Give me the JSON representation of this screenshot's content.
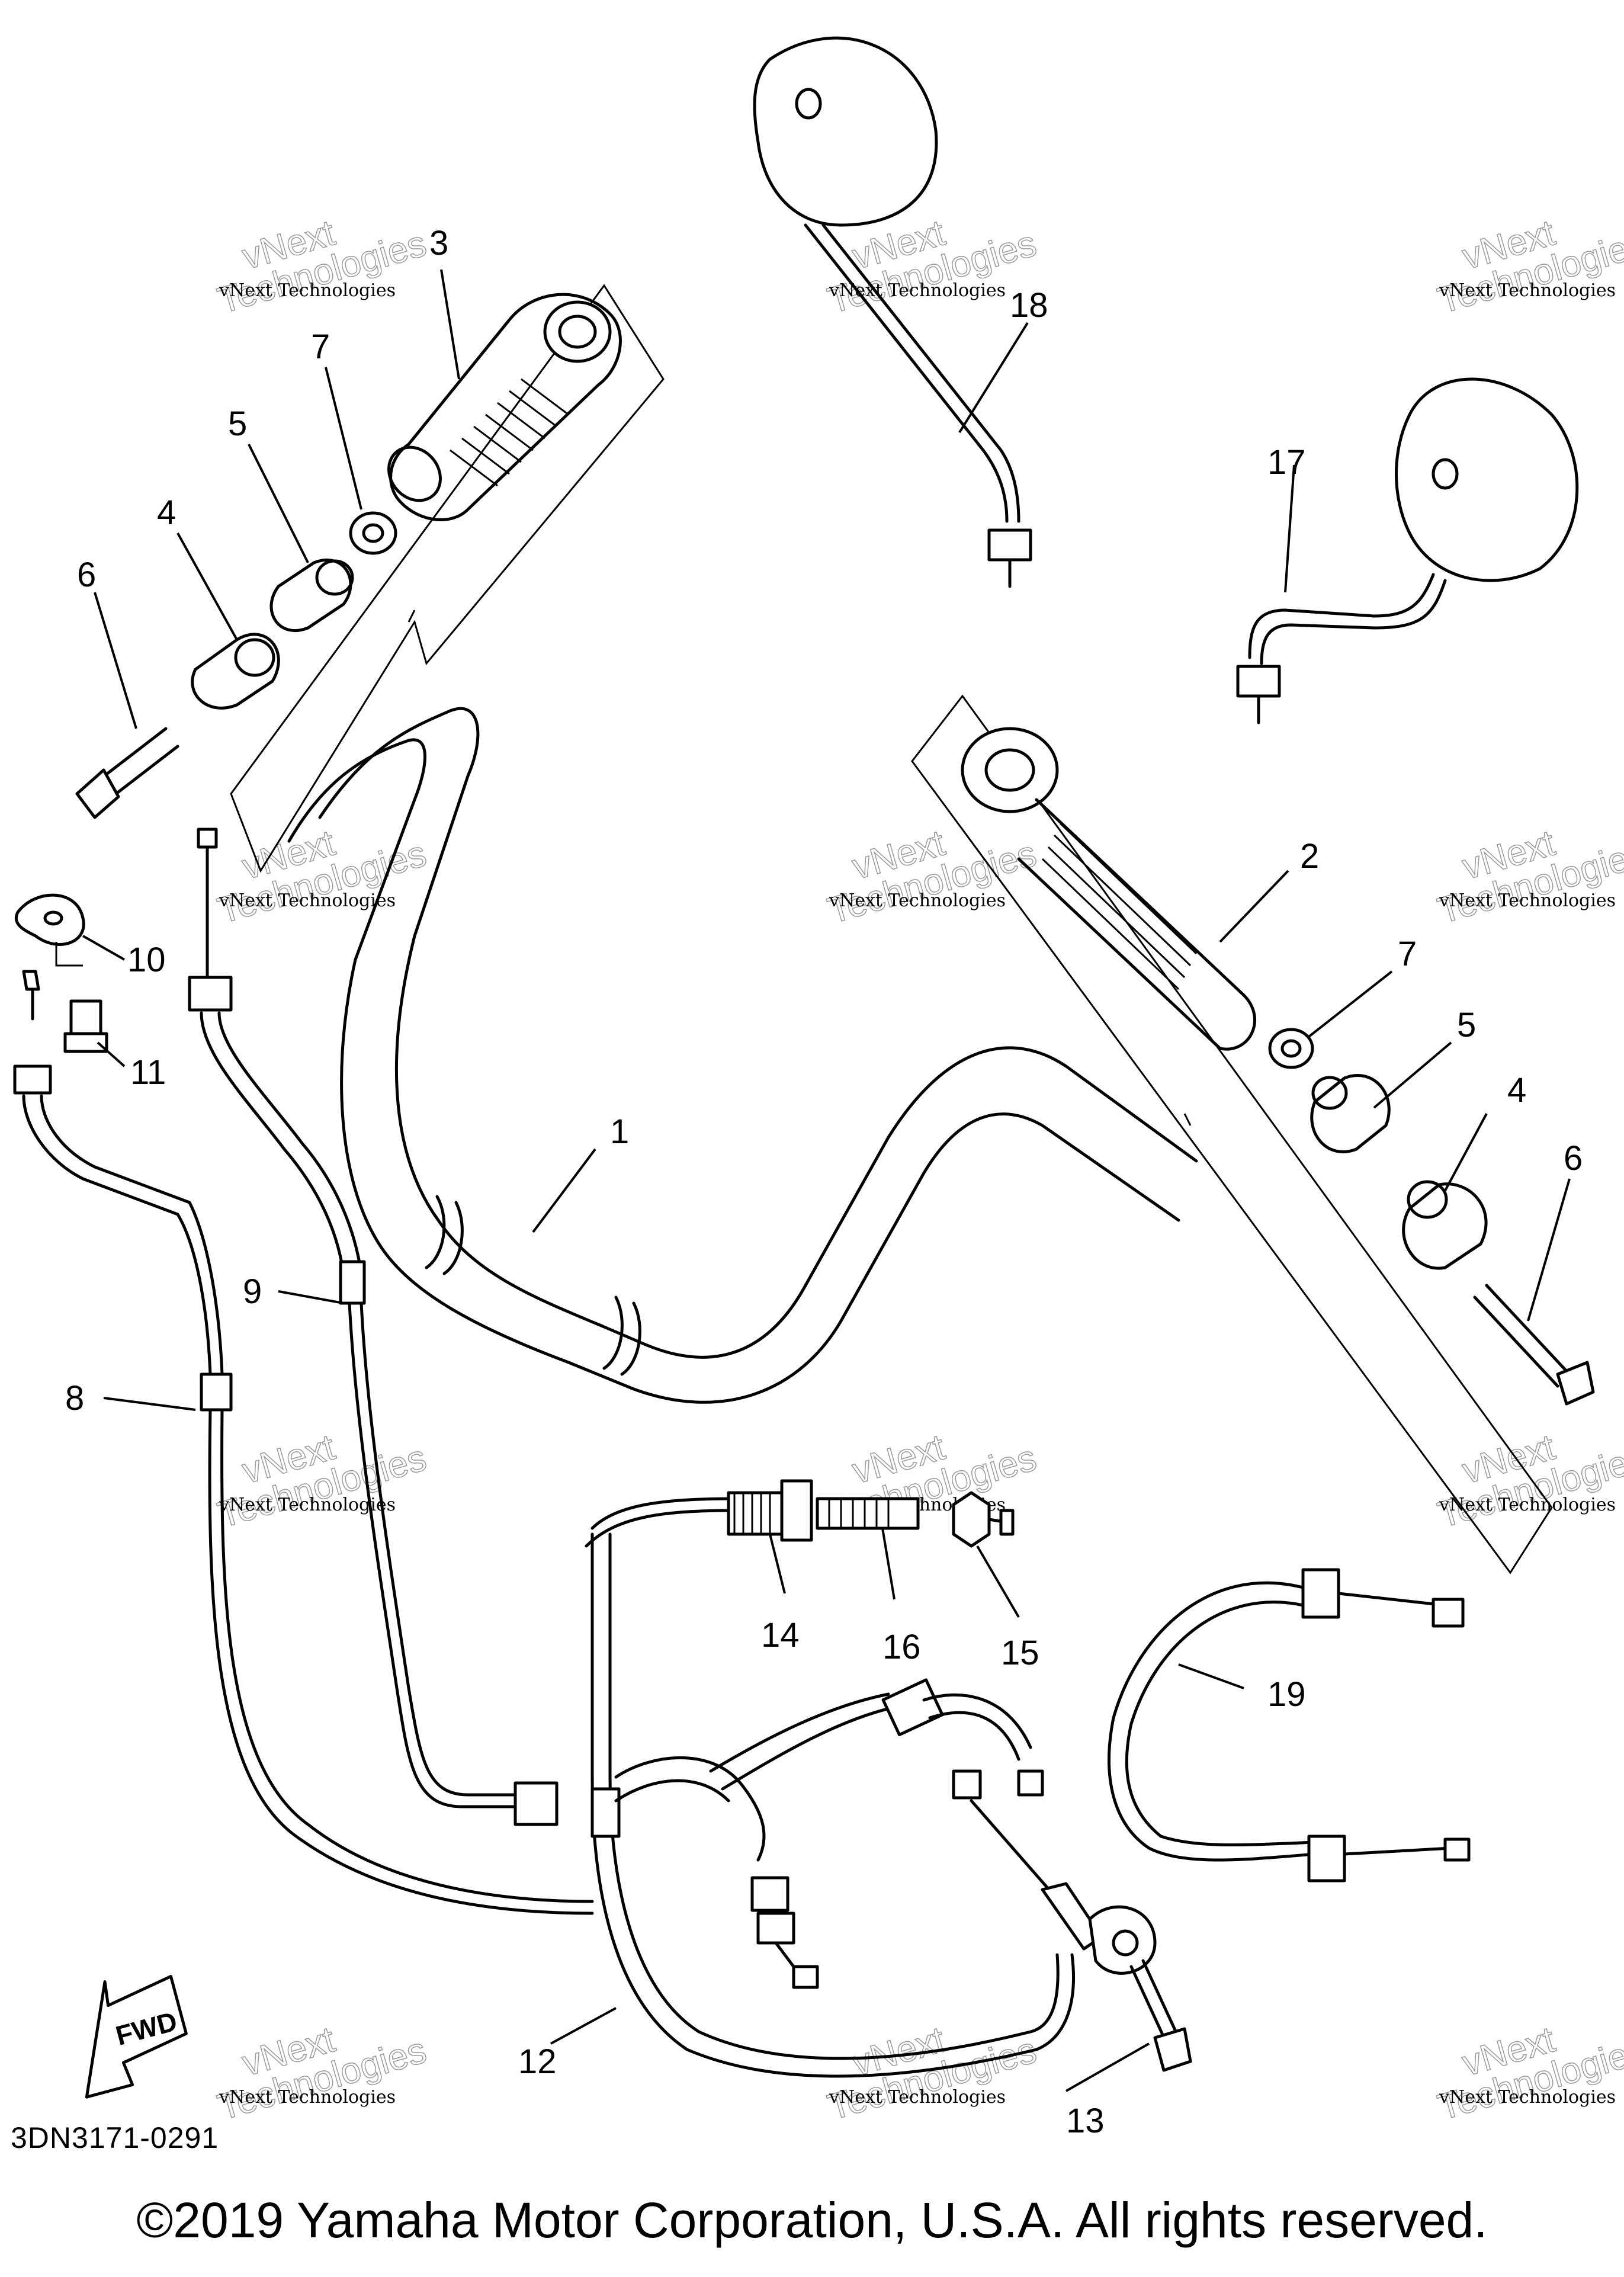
{
  "diagram": {
    "callouts": [
      "1",
      "2",
      "3",
      "4",
      "4",
      "5",
      "5",
      "6",
      "6",
      "7",
      "7",
      "8",
      "9",
      "10",
      "11",
      "12",
      "13",
      "14",
      "15",
      "16",
      "17",
      "18",
      "19"
    ],
    "watermark": {
      "line1": "vNext Technologies",
      "line2": "vNext",
      "line3": "Technologies"
    },
    "direction_label": "FWD",
    "drawing_code": "3DN3171-0291"
  },
  "footer": {
    "copyright": "©2019 Yamaha Motor Corporation, U.S.A. All rights reserved."
  }
}
